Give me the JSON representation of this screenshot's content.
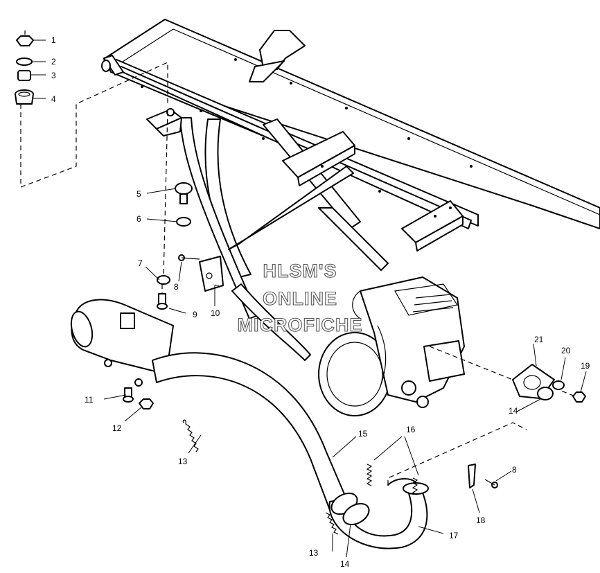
{
  "watermark": {
    "line1": "HLSM'S",
    "line2": "ONLINE",
    "line3": "MICROFICHE"
  },
  "callouts": {
    "c1": "1",
    "c2": "2",
    "c3": "3",
    "c4": "4",
    "c5": "5",
    "c6": "6",
    "c7": "7",
    "c8a": "8",
    "c8b": "8",
    "c9": "9",
    "c10": "10",
    "c11": "11",
    "c12": "12",
    "c13a": "13",
    "c13b": "13",
    "c14a": "14",
    "c14b": "14",
    "c15": "15",
    "c16": "16",
    "c17": "17",
    "c18": "18",
    "c19": "19",
    "c20": "20",
    "c21": "21"
  }
}
